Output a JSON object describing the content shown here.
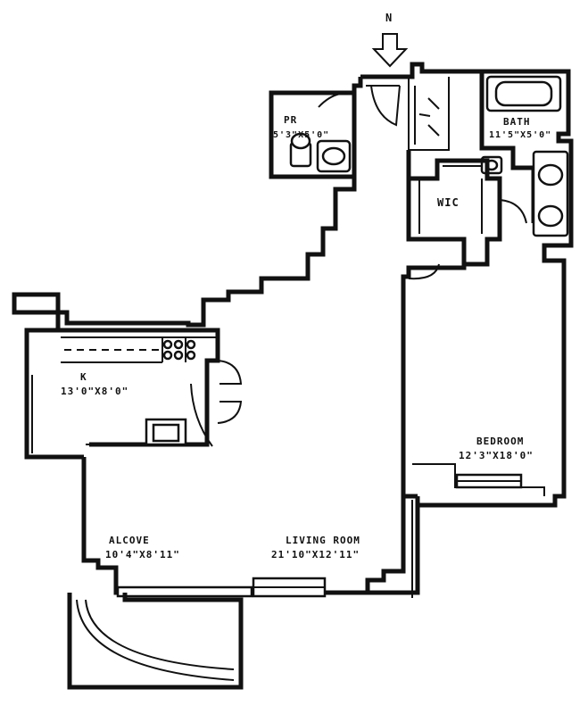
{
  "compass": {
    "letter": "N"
  },
  "rooms": {
    "powder_room": {
      "name": "PR",
      "dims": "5'3\"X5'0\""
    },
    "bath": {
      "name": "BATH",
      "dims": "11'5\"X5'0\""
    },
    "walk_in_closet": {
      "name": "WIC"
    },
    "kitchen": {
      "name": "K",
      "dims": "13'0\"X8'0\""
    },
    "bedroom": {
      "name": "BEDROOM",
      "dims": "12'3\"X18'0\""
    },
    "alcove": {
      "name": "ALCOVE",
      "dims": "10'4\"X8'11\""
    },
    "living_room": {
      "name": "LIVING ROOM",
      "dims": "21'10\"X12'11\""
    }
  }
}
